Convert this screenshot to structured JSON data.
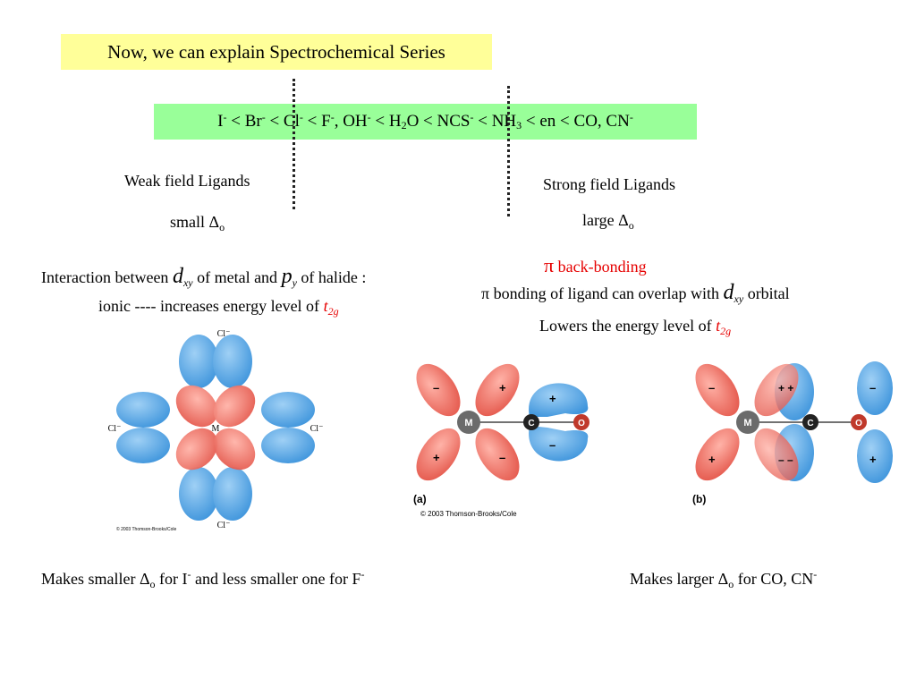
{
  "title": "Now, we can explain Spectrochemical Series",
  "series": {
    "I": "I",
    "m1": "-",
    "lt1": " < Br",
    "m2": "-",
    "lt2": " < Cl",
    "m3": "-",
    "lt3": " < F",
    "m4": "-",
    "oh": ", OH",
    "m5": "-",
    "h": " < H",
    "two": "2",
    "o": "O < NCS",
    "m6": "-",
    "nh": " < NH",
    "three": "3",
    "rest": " < en < CO, CN",
    "m7": "-"
  },
  "weak": {
    "label": "Weak field Ligands",
    "small": "small Δ",
    "o": "o"
  },
  "strong": {
    "label": "Strong field Ligands",
    "large": "large Δ",
    "o": "o"
  },
  "left_text": {
    "l1a": "Interaction between ",
    "d": "d",
    "xy": "xy",
    "l1b": " of metal and ",
    "p": "p",
    "y": "y",
    "l1c": " of halide :",
    "l2a": "ionic ---- increases energy level of ",
    "t": "t",
    "g": "2g"
  },
  "right_text": {
    "pi": "π",
    "backbond": " back-bonding",
    "l1a": "π bonding of ligand can overlap with ",
    "d": "d",
    "xy": "xy",
    "l1b": " orbital",
    "l2a": "Lowers the energy level of ",
    "t": "t",
    "g": "2g"
  },
  "diagram_left": {
    "cl": "Cl⁻",
    "m": "M",
    "copyright": "© 2003 Thomson-Brooks/Cole"
  },
  "diagram_a": {
    "minus": "–",
    "plus": "+",
    "m": "M",
    "c": "C",
    "o": "O",
    "label": "(a)",
    "copyright": "© 2003 Thomson-Brooks/Cole"
  },
  "diagram_b": {
    "minus": "–",
    "plus": "+",
    "pp": "+ +",
    "mm": "– –",
    "m": "M",
    "c": "C",
    "o": "O",
    "label": "(b)"
  },
  "bottom": {
    "left_a": "Makes smaller Δ",
    "o1": "o",
    "left_b": " for I",
    "m1": "-",
    "left_c": " and less smaller one for F",
    "m2": "-",
    "right_a": "Makes larger Δ",
    "o2": "o",
    "right_b": " for CO, CN",
    "m3": "-"
  },
  "colors": {
    "title_bg": "#ffff99",
    "series_bg": "#99ff99",
    "red_orbital": "#ef6f63",
    "blue_orbital": "#4ea3e3",
    "accent_red": "#e60000"
  }
}
